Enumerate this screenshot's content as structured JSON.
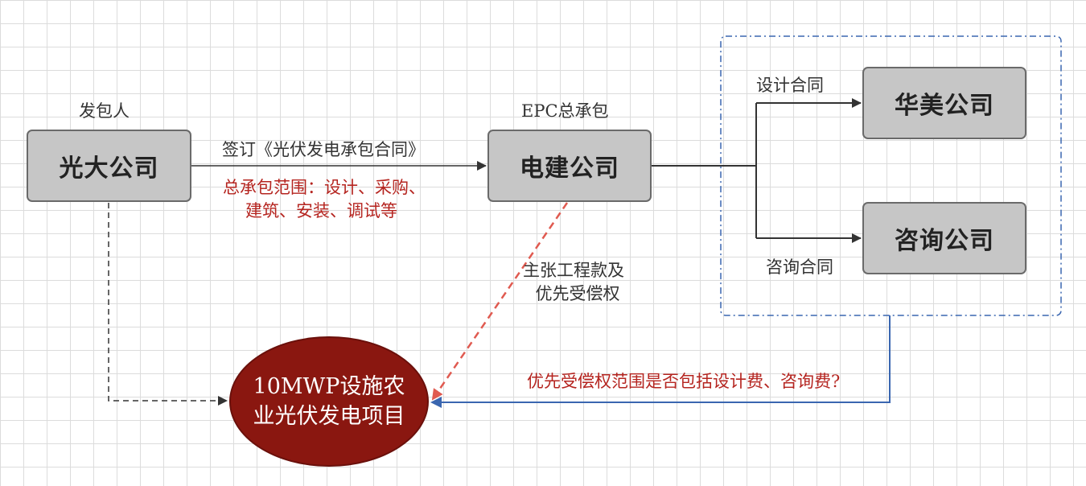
{
  "nodes": {
    "guangda": {
      "label": "光大公司",
      "role": "发包人"
    },
    "dianjian": {
      "label": "电建公司",
      "role": "EPC总承包"
    },
    "huamei": {
      "label": "华美公司"
    },
    "zixun": {
      "label": "咨询公司"
    },
    "project": {
      "line1": "10MWP设施农",
      "line2": "业光伏发电项目"
    }
  },
  "edges": {
    "contract": "签订《光伏发电承包合同》",
    "scope_line1": "总承包范围：设计、采购、",
    "scope_line2": "建筑、安装、调试等",
    "design_contract": "设计合同",
    "consult_contract": "咨询合同",
    "claim_line1": "主张工程款及",
    "claim_line2": "优先受偿权",
    "question": "优先受偿权范围是否包括设计费、咨询费?"
  },
  "colors": {
    "node_fill": "#c6c6c6",
    "project_fill": "#8a1710",
    "red_text": "#b52520",
    "blue_line": "#3a66b0",
    "dashed_red": "#e05a50"
  }
}
